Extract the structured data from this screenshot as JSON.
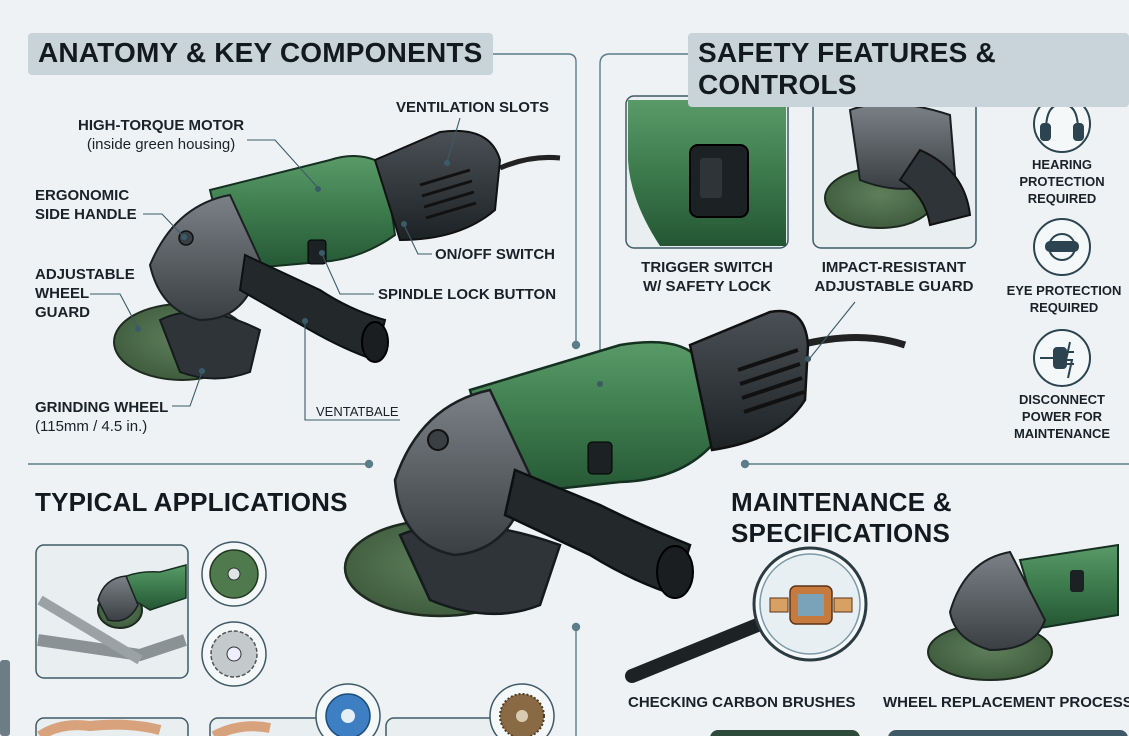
{
  "sections": {
    "anatomy": "ANATOMY & KEY COMPONENTS",
    "safety": "SAFETY FEATURES & CONTROLS",
    "applications": "TYPICAL APPLICATIONS",
    "maintenance": "MAINTENANCE & SPECIFICATIONS"
  },
  "anatomy_labels": {
    "motor_title": "HIGH-TORQUE MOTOR",
    "motor_sub": "(inside green housing)",
    "vent": "VENTILATION SLOTS",
    "handle_l1": "ERGONOMIC",
    "handle_l2": "SIDE HANDLE",
    "switch": "ON/OFF SWITCH",
    "guard_l1": "ADJUSTABLE",
    "guard_l2": "WHEEL",
    "guard_l3": "GUARD",
    "spindle": "SPINDLE LOCK BUTTON",
    "wheel_title": "GRINDING WHEEL",
    "wheel_sub": "(115mm / 4.5 in.)",
    "stray": "VENTATBALE"
  },
  "safety_labels": {
    "trigger_l1": "TRIGGER SWITCH",
    "trigger_l2": "W/ SAFETY LOCK",
    "guard_l1": "IMPACT-RESISTANT",
    "guard_l2": "ADJUSTABLE GUARD"
  },
  "safety_icons": [
    {
      "icon": "ear-protection-icon",
      "l1": "HEARING",
      "l2": "PROTECTION",
      "l3": "REQUIRED"
    },
    {
      "icon": "goggles-icon",
      "l1": "EYE PROTECTION",
      "l2": "REQUIRED",
      "l3": ""
    },
    {
      "icon": "plug-icon",
      "l1": "DISCONNECT",
      "l2": "POWER FOR",
      "l3": "MAINTENANCE"
    }
  ],
  "maintenance_labels": {
    "brushes": "CHECKING CARBON BRUSHES",
    "wheel_replace": "WHEEL REPLACEMENT PROCESS"
  },
  "colors": {
    "housing_green": "#3c7a4c",
    "body_dark": "#2d3236",
    "gray": "#5c6266",
    "disc_green": "#4b6b4a",
    "line": "#456370",
    "title_pill": "#c8d4da"
  }
}
